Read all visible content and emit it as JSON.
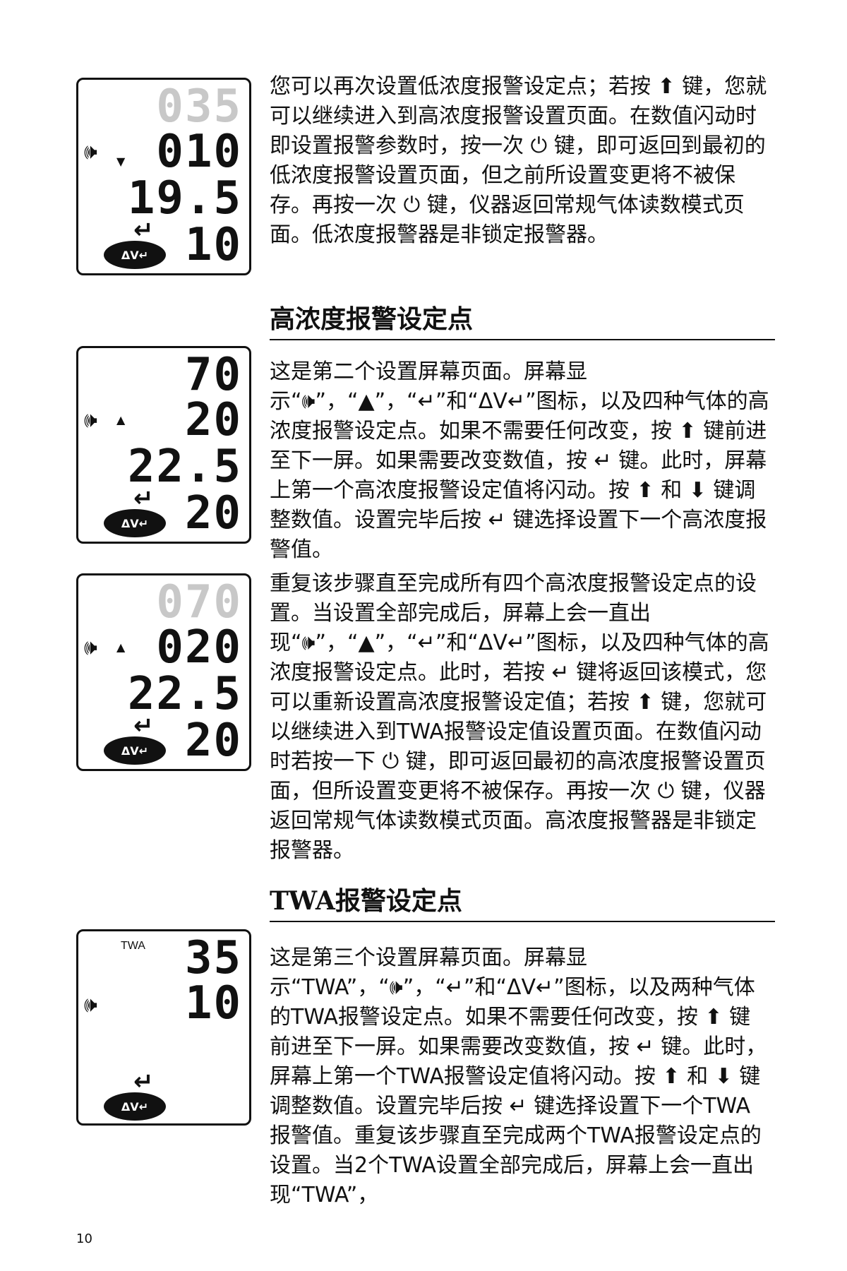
{
  "low_section": {
    "screen": {
      "line1": "035",
      "line2": "010",
      "line3": "19.5",
      "line4": "10"
    },
    "paragraph": "您可以再次设置低浓度报警设定点；若按 ⬆ 键，您就可以继续进入到高浓度报警设置页面。在数值闪动时即设置报警参数时，按一次 ⏻ 键，即可返回到最初的低浓度报警设置页面，但之前所设置变更将不被保存。再按一次 ⏻ 键，仪器返回常规气体读数模式页面。低浓度报警器是非锁定报警器。"
  },
  "high_section": {
    "heading": "高浓度报警设定点",
    "screen1": {
      "line1": "70",
      "line2": "20",
      "line3": "22.5",
      "line4": "20"
    },
    "screen2": {
      "line1": "070",
      "line2": "020",
      "line3": "22.5",
      "line4": "20"
    },
    "paragraph1": "这是第二个设置屏幕页面。屏幕显示“🕪”，“▲”，“↵”和“ΔV↵”图标，以及四种气体的高浓度报警设定点。如果不需要任何改变，按 ⬆ 键前进至下一屏。如果需要改变数值，按 ↵ 键。此时，屏幕上第一个高浓度报警设定值将闪动。按 ⬆ 和 ⬇ 键调整数值。设置完毕后按 ↵ 键选择设置下一个高浓度报警值。",
    "paragraph2": "重复该步骤直至完成所有四个高浓度报警设定点的设置。当设置全部完成后，屏幕上会一直出现“🕪”，“▲”，“↵”和“ΔV↵”图标，以及四种气体的高浓度报警设定点。此时，若按 ↵ 键将返回该模式，您可以重新设置高浓度报警设定值；若按 ⬆ 键，您就可以继续进入到TWA报警设定值设置页面。在数值闪动时若按一下 ⏻ 键，即可返回最初的高浓度报警设置页面，但所设置变更将不被保存。再按一次 ⏻ 键，仪器返回常规气体读数模式页面。高浓度报警器是非锁定报警器。"
  },
  "twa_section": {
    "heading": "TWA报警设定点",
    "screen": {
      "label": "TWA",
      "line1": "35",
      "line2": "10"
    },
    "paragraph": "这是第三个设置屏幕页面。屏幕显示“TWA”，“🕪”，“↵”和“ΔV↵”图标，以及两种气体的TWA报警设定点。如果不需要任何改变，按 ⬆ 键前进至下一屏。如果需要改变数值，按 ↵ 键。此时，屏幕上第一个TWA报警设定值将闪动。按 ⬆ 和 ⬇ 键调整数值。设置完毕后按 ↵ 键选择设置下一个TWA报警值。重复该步骤直至完成两个TWA报警设定点的设置。当2个TWA设置全部完成后，屏幕上会一直出现“TWA”，"
  },
  "icons": {
    "speaker": "speaker-icon",
    "triangle_down": "▼",
    "triangle_up": "▲",
    "enter": "↵",
    "badge": "ΔV↵"
  },
  "page_number": "10"
}
